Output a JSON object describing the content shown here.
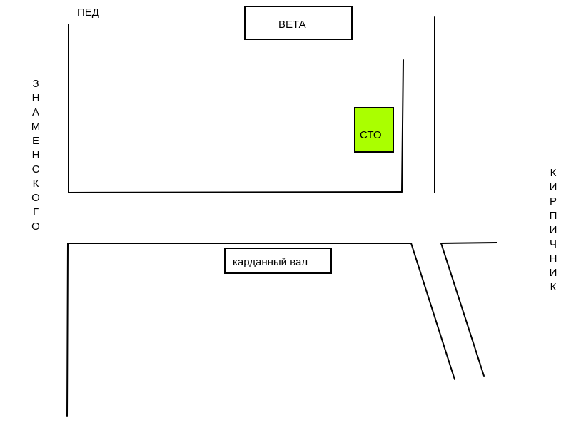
{
  "labels": {
    "top_left_corner": "ПЕД",
    "left_street": "ЗНАМЕНСКОГО",
    "right_street": "КИРПИЧНИК"
  },
  "places": {
    "veta": "ВЕТА",
    "sto": "СТО",
    "cardan_shaft": "карданный вал"
  },
  "colors": {
    "sto_fill": "#aaff00",
    "line": "#000000"
  }
}
